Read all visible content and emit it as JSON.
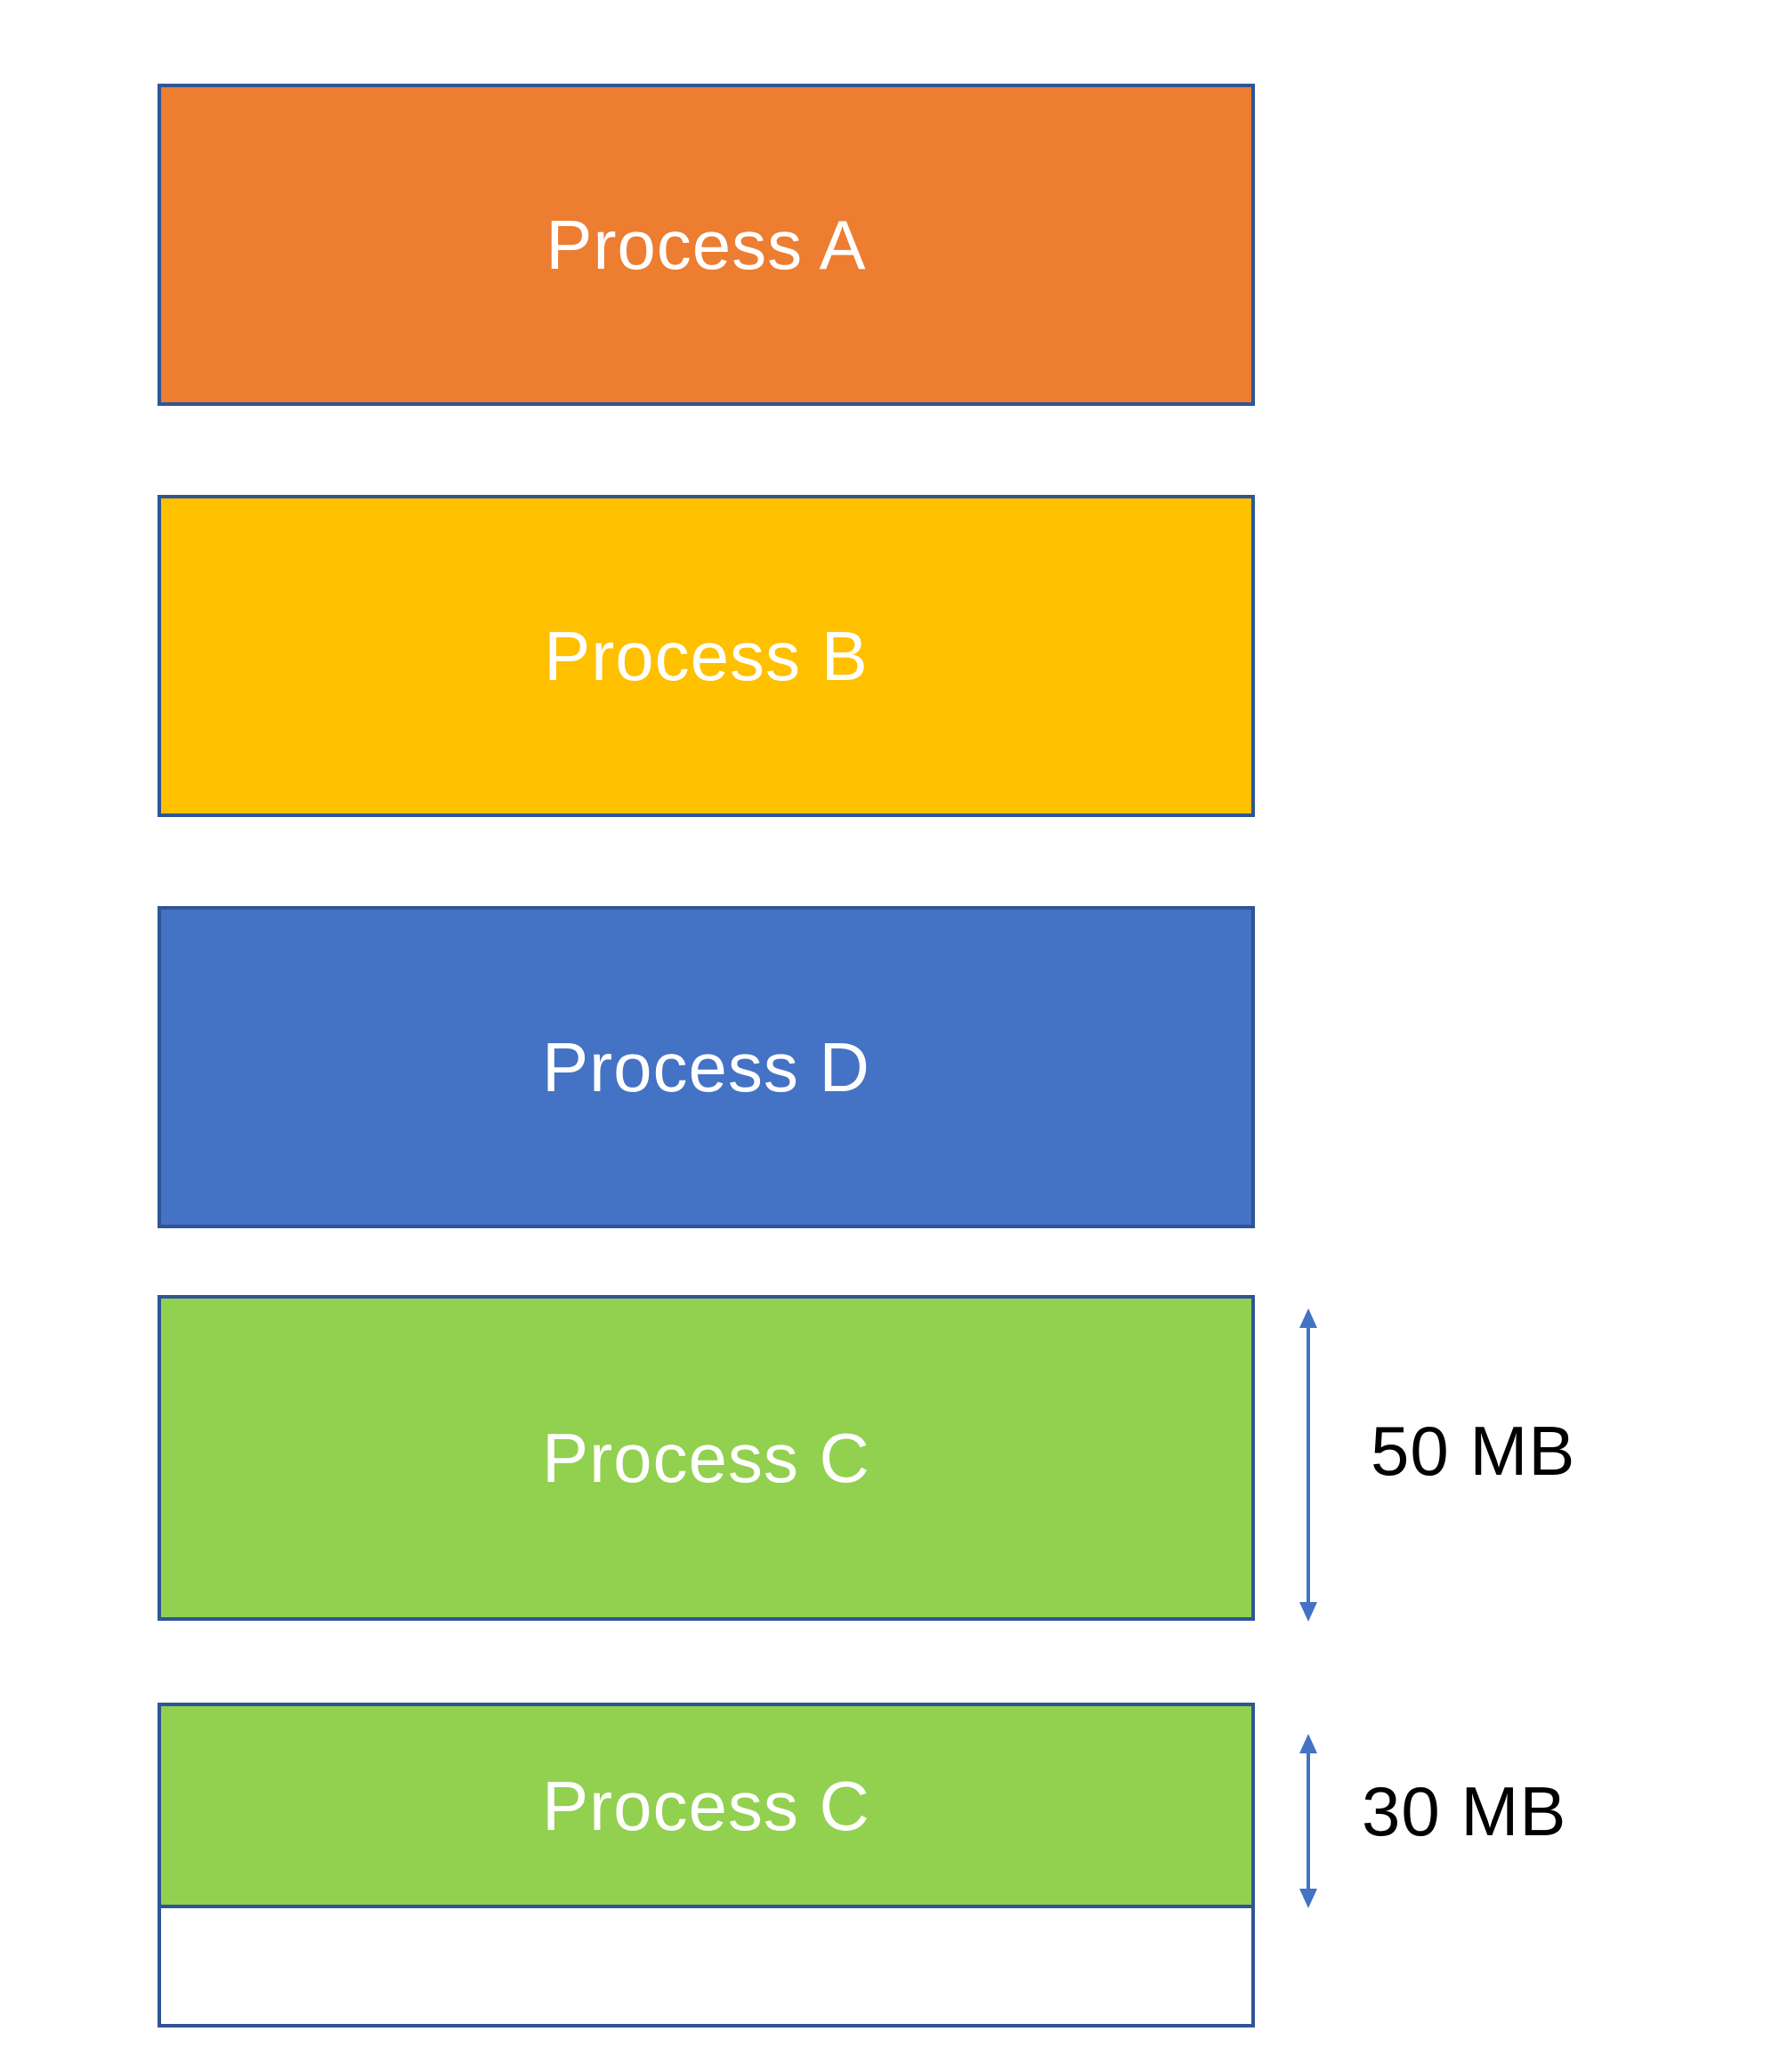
{
  "blocks": [
    {
      "id": "a",
      "label": "Process A",
      "color": "#ED7D31"
    },
    {
      "id": "b",
      "label": "Process B",
      "color": "#FFC000"
    },
    {
      "id": "d",
      "label": "Process D",
      "color": "#4472C4"
    },
    {
      "id": "c1",
      "label": "Process C",
      "color": "#92D050"
    },
    {
      "id": "c2",
      "label": "Process C",
      "color": "#92D050"
    }
  ],
  "free_block_color": "#FFFFFF",
  "border_color": "#2F5597",
  "dimension_color": "#4472C4",
  "dimensions": {
    "c1_size": "50 MB",
    "c2_size": "30 MB"
  }
}
